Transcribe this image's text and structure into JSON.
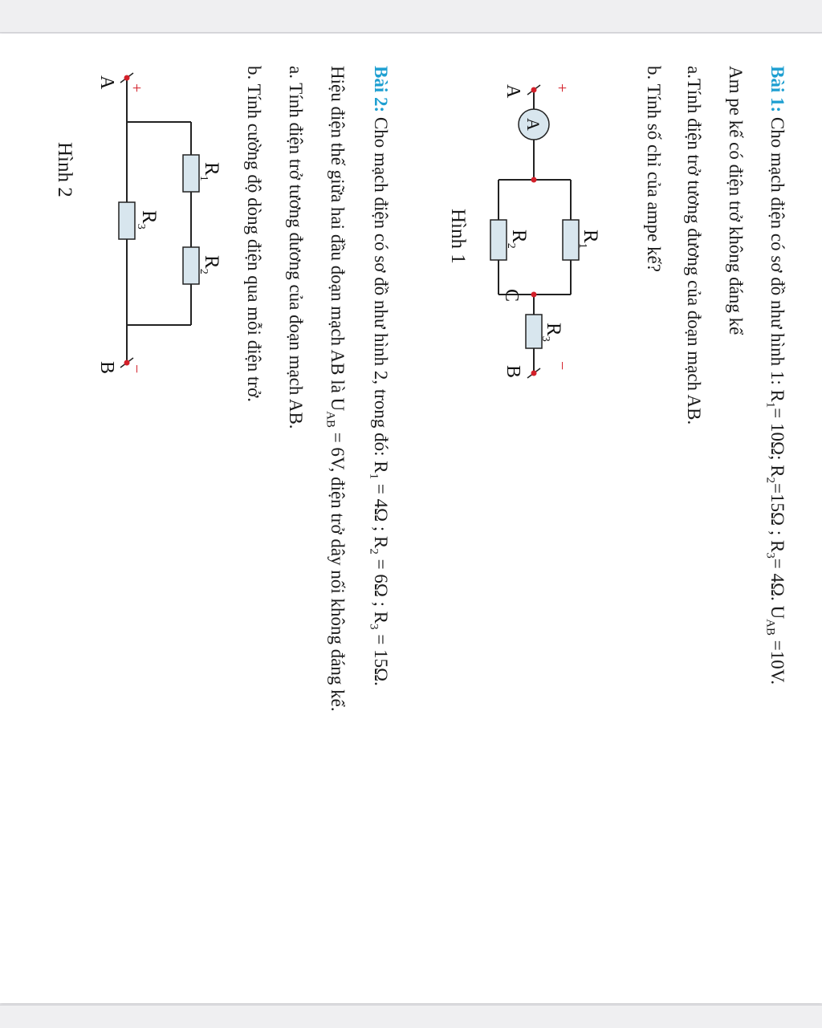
{
  "bai1": {
    "label": "Bài 1:",
    "line1_a": " Cho mạch điện có sơ đồ như hình 1: R",
    "line1_b": "= 10Ω; R",
    "line1_c": "=15Ω ; R",
    "line1_d": "= 4Ω. U",
    "line1_e": " =10V.",
    "sub_1": "1",
    "sub_2": "2",
    "sub_3": "3",
    "sub_ab": "AB",
    "line2": "Am pe kế có điện trở không đáng kể",
    "line3": "a.Tính điện trở tương đương của đoạn  mạch  AB.",
    "line4": "b. Tính số chỉ của ampe kế?"
  },
  "figure1": {
    "caption": "Hình 1",
    "plus": "+",
    "minus": "−",
    "node_a": "A",
    "node_b": "B",
    "node_c": "C",
    "ammeter": "A",
    "r": "R",
    "sub1": "1",
    "sub2": "2",
    "sub3": "3"
  },
  "bai2": {
    "label": "Bài 2:",
    "line1_a": " Cho mạch điện có sơ đồ như  hình 2, trong đó: R",
    "line1_b": " = 4Ω ; R",
    "line1_c": " = 6Ω ; R",
    "line1_d": " = 15Ω.",
    "sub_1": "1",
    "sub_2": "2",
    "sub_3": "3",
    "line2_a": "Hiệu điện thế giữa hai đầu đoạn mạch AB là U",
    "line2_sub": "AB",
    "line2_b": " = 6V, điện trở dây nối không đáng kể.",
    "line3": "a. Tính điện trở tương đương của đoạn mạch AB.",
    "line4": "b. Tính cường độ dòng điện qua mỗi điện trở."
  },
  "figure2": {
    "caption": "Hình 2",
    "plus": "+",
    "minus": "−",
    "node_a": "A",
    "node_b": "B",
    "r": "R",
    "sub1": "1",
    "sub2": "2",
    "sub3": "3"
  },
  "colors": {
    "label": "#1e9fd1",
    "terminal": "#d3202a",
    "resistor_fill": "#d8e6ee",
    "ammeter_fill": "#d8e6ee"
  }
}
